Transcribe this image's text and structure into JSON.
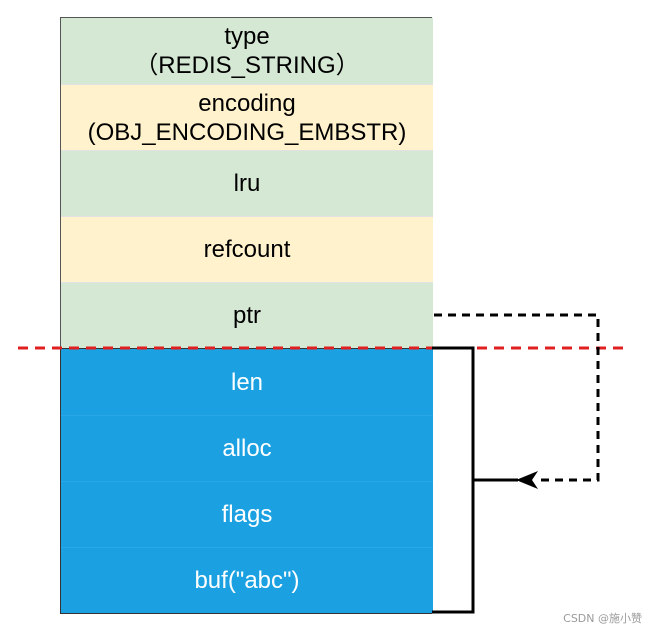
{
  "redis_object": {
    "fields": [
      {
        "lines": [
          "type",
          "（REDIS_STRING）"
        ],
        "color": "#d5e8d4"
      },
      {
        "lines": [
          "encoding",
          "(OBJ_ENCODING_EMBSTR)"
        ],
        "color": "#fff2cc"
      },
      {
        "lines": [
          "lru"
        ],
        "color": "#d5e8d4"
      },
      {
        "lines": [
          "refcount"
        ],
        "color": "#fff2cc"
      },
      {
        "lines": [
          "ptr"
        ],
        "color": "#d5e8d4"
      }
    ]
  },
  "sds": {
    "fields": [
      {
        "label": "len"
      },
      {
        "label": "alloc"
      },
      {
        "label": "flags"
      },
      {
        "label": "buf(\"abc\")"
      }
    ],
    "color": "#1ba1e2"
  },
  "colors": {
    "divider": "#e02020",
    "arrow": "#000000"
  },
  "watermark": "CSDN @施小赞"
}
